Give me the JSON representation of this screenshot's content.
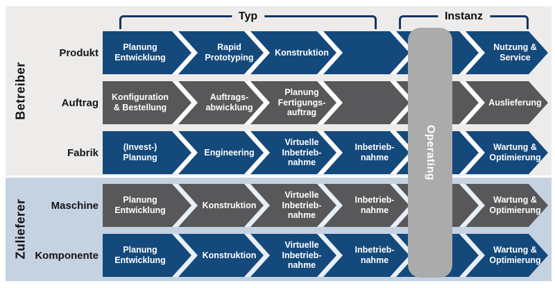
{
  "colors": {
    "arrow_blue": "#14497c",
    "arrow_gray": "#58585a",
    "operating_bar": "#ababab",
    "panel_top_bg": "#edecea",
    "panel_bottom_bg": "#c5d2e2",
    "bracket_line": "#16335e"
  },
  "brackets": {
    "typ": "Typ",
    "instanz": "Instanz"
  },
  "groups": {
    "top": "Betreiber",
    "bottom": "Zulieferer"
  },
  "operating": {
    "label": "Operating"
  },
  "rows": [
    {
      "label": "Produkt",
      "segments": [
        "Planung\nEntwicklung",
        "Rapid\nPrototyping",
        "Konstruktion",
        "",
        "",
        "Nutzung &\nService"
      ]
    },
    {
      "label": "Auftrag",
      "segments": [
        "Konfiguration\n& Bestellung",
        "Auftrags-\nabwicklung",
        "Planung\nFertigungs-\nauftrag",
        "",
        "",
        "Auslieferung"
      ]
    },
    {
      "label": "Fabrik",
      "segments": [
        "(Invest-)\nPlanung",
        "Engineering",
        "Virtuelle\nInbetrieb-\nnahme",
        "Inbetrieb-\nnahme",
        "",
        "Wartung &\nOptimierung"
      ]
    },
    {
      "label": "Maschine",
      "segments": [
        "Planung\nEntwicklung",
        "Konstruktion",
        "Virtuelle\nInbetrieb-\nnahme",
        "Inbetrieb-\nnahme",
        "",
        "Wartung &\nOptimierung"
      ]
    },
    {
      "label": "Komponente",
      "segments": [
        "Planung\nEntwicklung",
        "Konstruktion",
        "Virtuelle\nInbetrieb-\nnahme",
        "Inbetrieb-\nnahme",
        "",
        "Wartung &\nOptimierung"
      ]
    }
  ]
}
